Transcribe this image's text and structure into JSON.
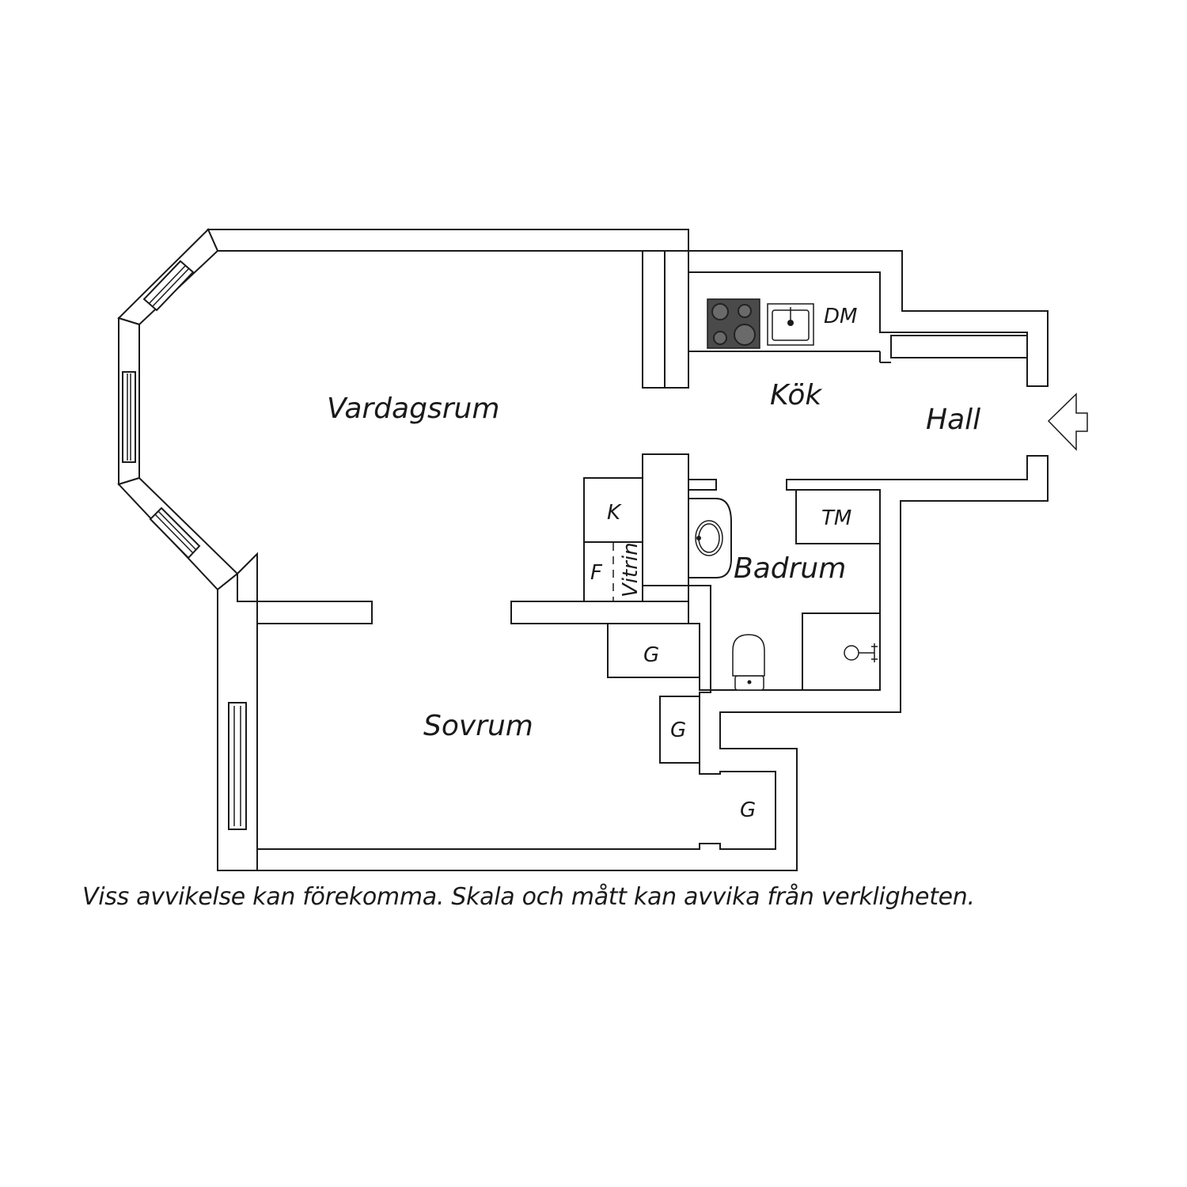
{
  "rooms": {
    "vardagsrum": "Vardagsrum",
    "kok": "Kök",
    "hall": "Hall",
    "badrum": "Badrum",
    "sovrum": "Sovrum"
  },
  "fixtures": {
    "dm": "DM",
    "tm": "TM",
    "k": "K",
    "f": "F",
    "vitrin": "Vitrin",
    "g1": "G",
    "g2": "G",
    "g3": "G"
  },
  "disclaimer": "Viss avvikelse kan förekomma. Skala och mått kan avvika från verkligheten.",
  "icons": {
    "stove": "stove-icon",
    "sink": "kitchen-sink-icon",
    "washbasin": "washbasin-icon",
    "toilet": "toilet-icon",
    "shower": "shower-icon",
    "entrance": "entrance-arrow-icon"
  }
}
